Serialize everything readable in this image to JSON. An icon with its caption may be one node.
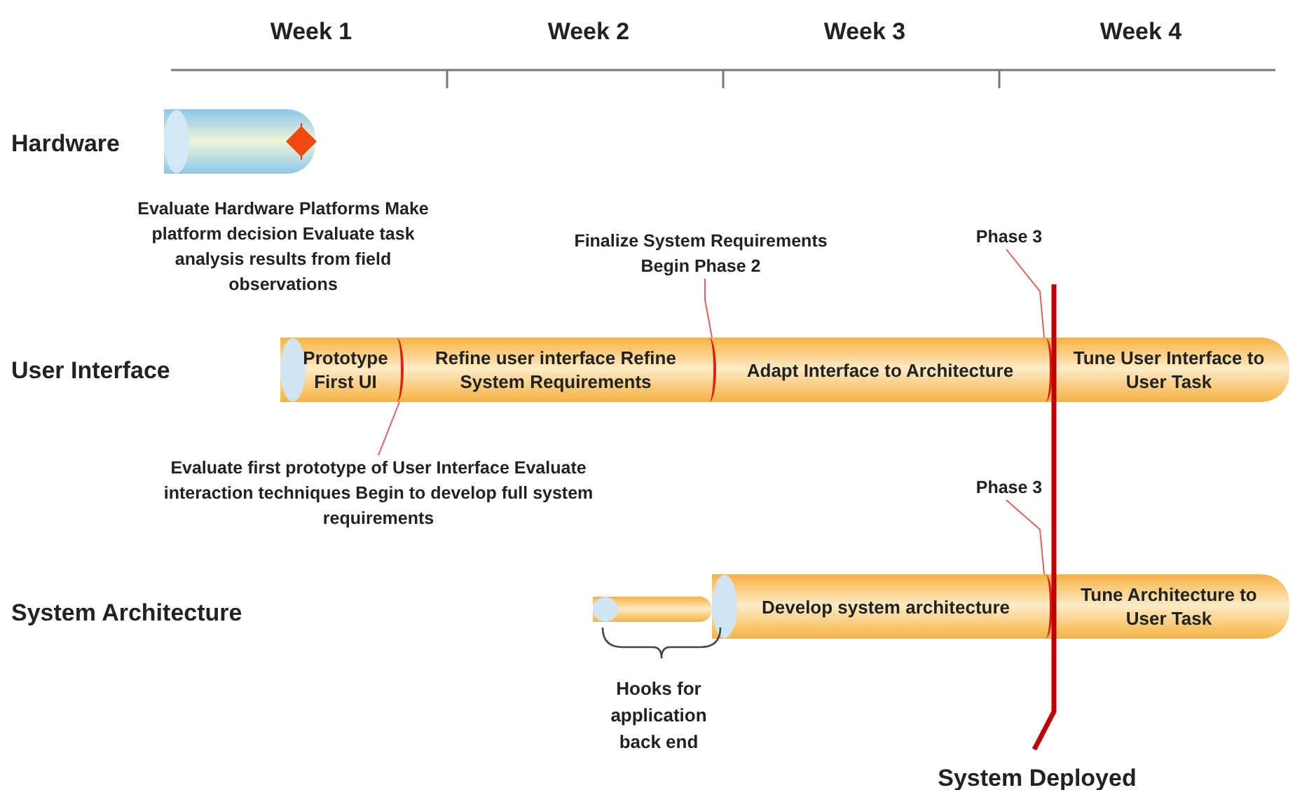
{
  "diagram": {
    "nodes": [
      {
        "text": [],
        "shape": "cylinder",
        "beside": [
          "Evaluate Hardware Platforms Make platform decision Evaluate task analysis results from field observations"
        ]
      },
      {
        "text": [
          "Prototype First UI"
        ]
      },
      {
        "text": [
          "Refine user interface Refine System Requirements"
        ]
      },
      {
        "text": [
          "Adapt Interface to Architecture"
        ]
      },
      {
        "text": [
          "Tune User Interface to User Task"
        ]
      },
      {
        "text": [],
        "shape": "cylinder"
      },
      {
        "text": [
          "Develop system architecture"
        ]
      },
      {
        "text": [
          "Tune Architecture to User Task"
        ]
      },
      {
        "text": [
          "Finalize System Requirements Begin Phase 2"
        ]
      },
      {
        "text": [
          "Evaluate first prototype of User Interface Evaluate interaction techniques Begin to develop full system requirements"
        ]
      },
      {
        "text": [
          "Phase 3"
        ]
      },
      {
        "text": [
          "Phase 3"
        ]
      }
    ],
    "edges": [
      {
        "from": 8,
        "to": 3,
        "arrow": "none"
      },
      {
        "from": 9,
        "to": 2,
        "arrow": "none"
      },
      {
        "from": 10,
        "to": 4,
        "arrow": "none"
      },
      {
        "from": 11,
        "to": 7,
        "arrow": "none"
      }
    ],
    "labels": [
      "Week 1",
      "Week 2",
      "Week 3",
      "Week 4",
      "Hardware",
      "User Interface",
      "System Architecture",
      "Hooks for application back end",
      "System Deployed"
    ]
  }
}
